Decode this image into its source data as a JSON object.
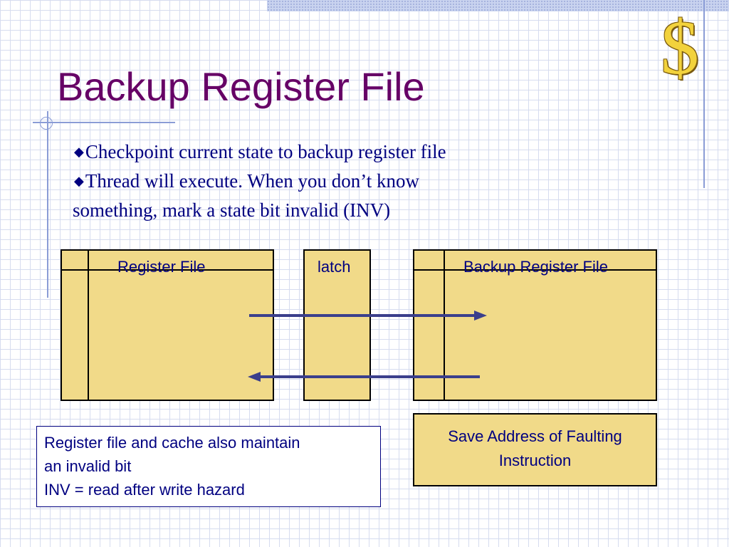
{
  "slide": {
    "title": "Backup Register File",
    "decoration_symbol": "$"
  },
  "bullets": [
    {
      "text": "Checkpoint current state to backup register file"
    },
    {
      "text": "Thread will execute. When you don’t know",
      "continuation": "something, mark a state bit invalid (INV)"
    }
  ],
  "diagram": {
    "register_file_label": "Register File",
    "latch_label": "latch",
    "backup_register_file_label": "Backup Register File",
    "save_address_lines": [
      "Save Address of Faulting",
      "Instruction"
    ],
    "note_lines": [
      "Register file and cache also maintain",
      "an invalid bit",
      "INV = read after write hazard"
    ]
  },
  "colors": {
    "title": "#660066",
    "body_text": "#000080",
    "box_fill": "#f1da89",
    "arrow": "#3b3f8c",
    "grid": "#d6dcef"
  },
  "icons": [
    "diamond-bullet-icon",
    "dollar-sign-icon",
    "arrow-right-icon",
    "arrow-left-icon"
  ]
}
